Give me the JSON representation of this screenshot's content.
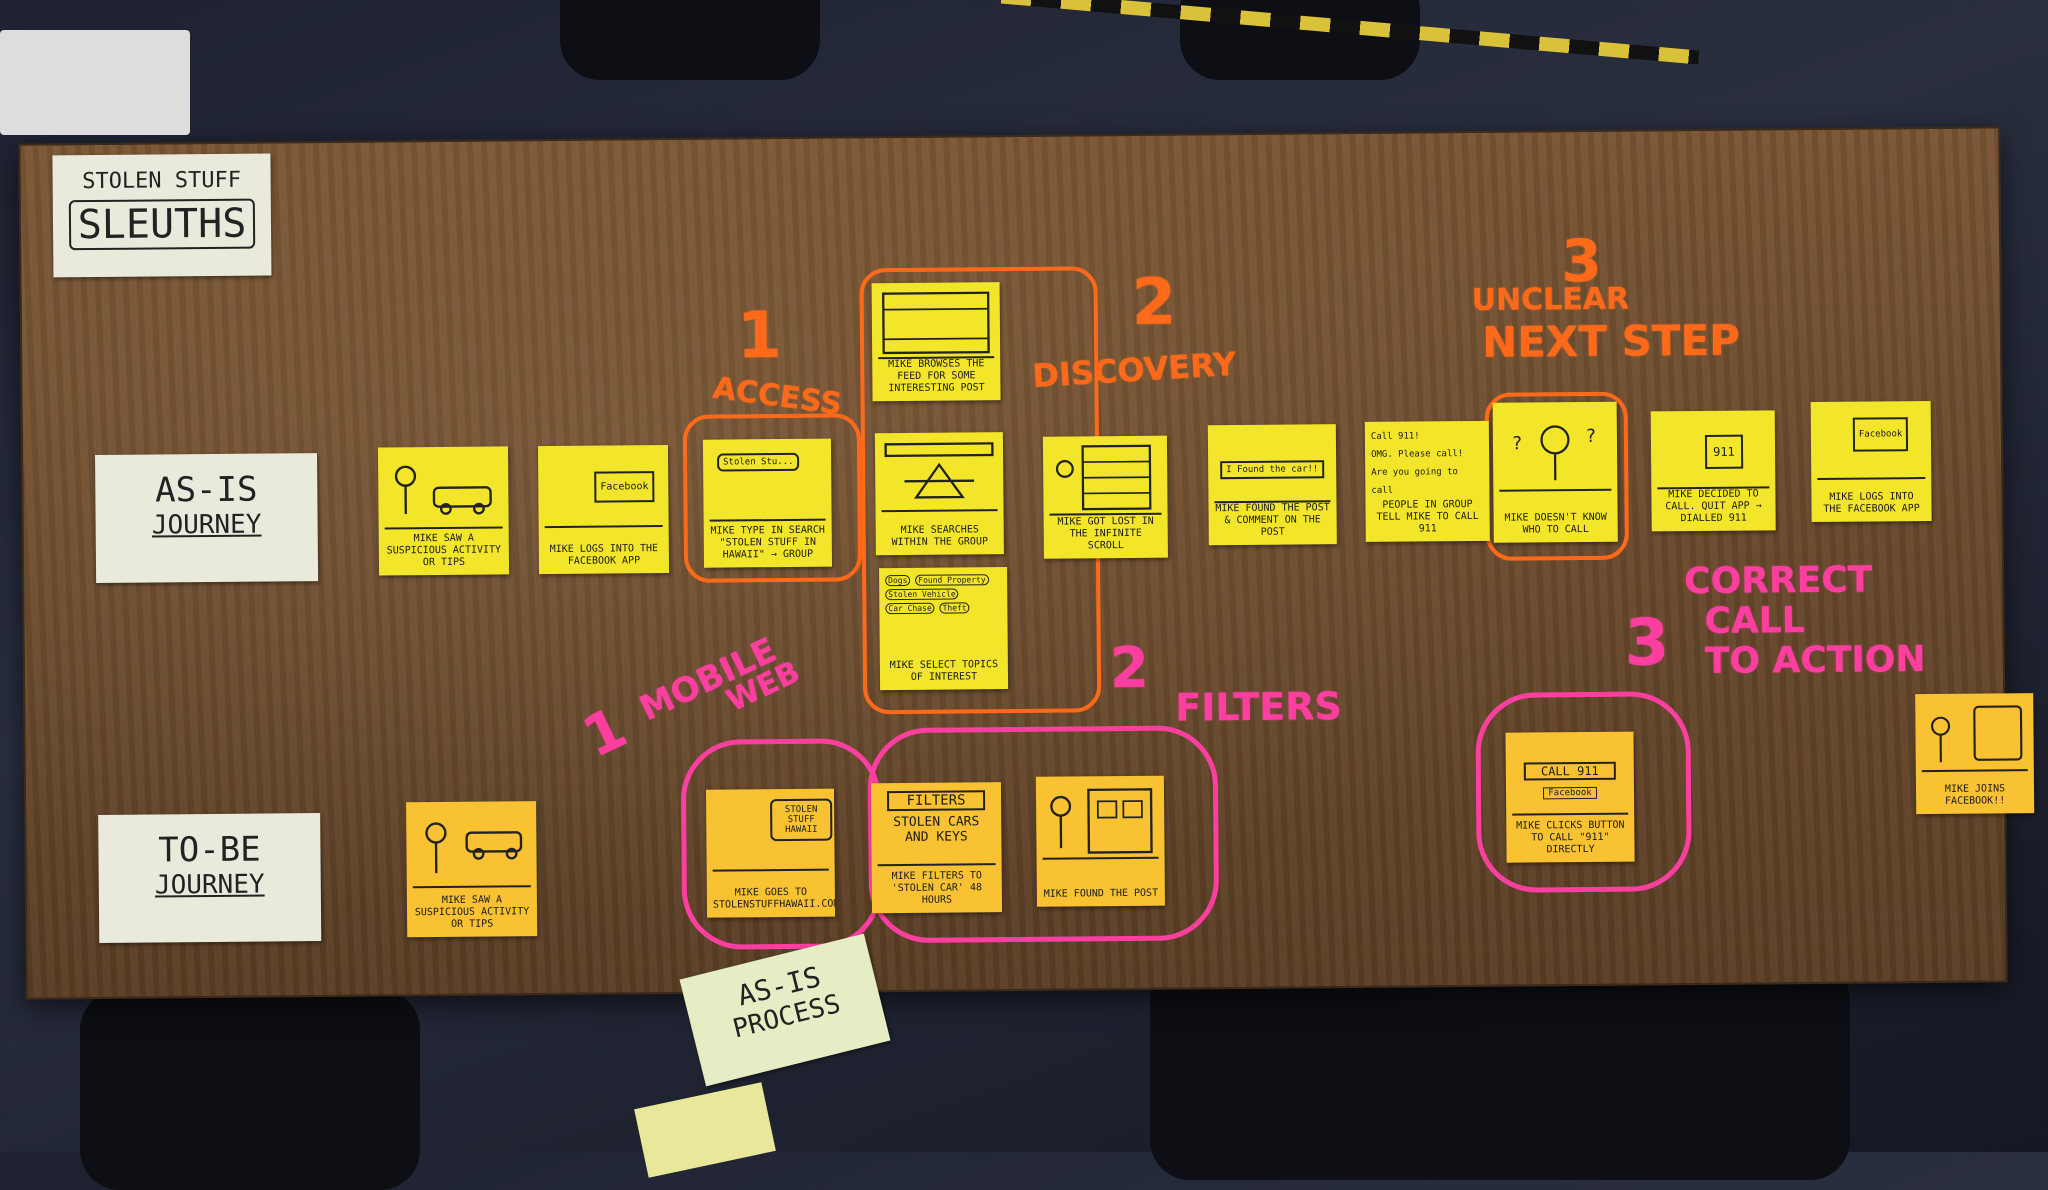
{
  "board": {
    "title_line1": "STOLEN STUFF",
    "title_line2": "SLEUTHS",
    "row_asis_line1": "AS-IS",
    "row_asis_line2": "JOURNEY",
    "row_tobe_line1": "TO-BE",
    "row_tobe_line2": "JOURNEY"
  },
  "loose_card": {
    "line1": "AS-IS",
    "line2": "PROCESS"
  },
  "annotations_orange": [
    {
      "num": "1",
      "label": "ACCESS"
    },
    {
      "num": "2",
      "label": "DISCOVERY"
    },
    {
      "num": "3",
      "label_line1": "UNCLEAR",
      "label_line2": "NEXT STEP"
    }
  ],
  "annotations_pink": [
    {
      "num": "1",
      "label_line1": "MOBILE",
      "label_line2": "WEB"
    },
    {
      "num": "2",
      "label": "FILTERS"
    },
    {
      "num": "3",
      "label_line1": "CORRECT",
      "label_line2": "CALL",
      "label_line3": "TO ACTION"
    }
  ],
  "asis_notes": [
    {
      "caption": "MIKE SAW A SUSPICIOUS ACTIVITY OR TIPS"
    },
    {
      "caption": "MIKE LOGS INTO THE FACEBOOK APP",
      "screen_text": "Facebook"
    },
    {
      "caption": "MIKE TYPE IN SEARCH \"STOLEN STUFF IN HAWAII\" → GROUP",
      "screen_text": "Stolen Stu..."
    },
    {
      "caption": "MIKE BROWSES THE FEED FOR SOME INTERESTING POST"
    },
    {
      "caption": "MIKE SEARCHES WITHIN THE GROUP"
    },
    {
      "caption": "MIKE SELECT TOPICS OF INTEREST",
      "tags": [
        "Dogs",
        "Found Property",
        "Stolen Vehicle",
        "Car Chase",
        "Theft"
      ]
    },
    {
      "caption": "MIKE GOT LOST IN THE INFINITE SCROLL"
    },
    {
      "caption": "MIKE FOUND THE POST & COMMENT ON THE POST",
      "screen_text": "I Found the car!!"
    },
    {
      "caption": "PEOPLE IN GROUP TELL MIKE TO CALL 911",
      "options": [
        "Call 911!",
        "OMG. Please call!",
        "Are you going to call"
      ]
    },
    {
      "caption": "MIKE DOESN'T KNOW WHO TO CALL"
    },
    {
      "caption": "MIKE DECIDED TO CALL. QUIT APP → DIALLED 911",
      "screen_text": "911"
    },
    {
      "caption": "MIKE LOGS INTO THE FACEBOOK APP",
      "screen_text": "Facebook"
    }
  ],
  "tobe_notes": [
    {
      "caption": "MIKE SAW A SUSPICIOUS ACTIVITY OR TIPS"
    },
    {
      "caption": "MIKE GOES TO STOLENSTUFFHAWAII.COM",
      "screen_text": "STOLEN STUFF HAWAII"
    },
    {
      "caption": "MIKE FILTERS TO 'STOLEN CAR' 48 HOURS",
      "screen_text": "FILTERS",
      "screen_text2": "STOLEN CARS",
      "screen_text3": "AND KEYS"
    },
    {
      "caption": "MIKE FOUND THE POST"
    },
    {
      "caption": "MIKE CLICKS BUTTON TO CALL \"911\" DIRECTLY",
      "screen_text": "CALL 911",
      "screen_text2": "Facebook"
    },
    {
      "caption": "MIKE JOINS FACEBOOK!!"
    }
  ]
}
